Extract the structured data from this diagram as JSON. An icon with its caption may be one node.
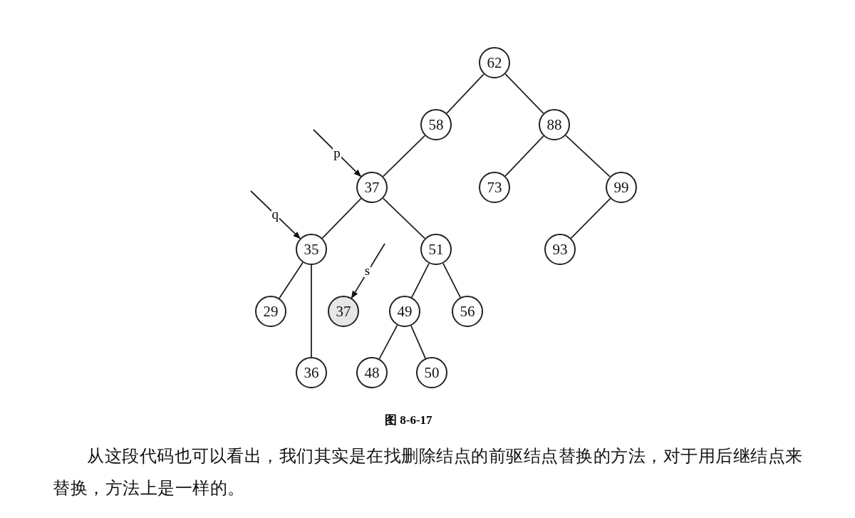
{
  "diagram": {
    "caption": "图 8-6-17",
    "nodes": [
      {
        "text": [
          "62"
        ]
      },
      {
        "text": [
          "58"
        ]
      },
      {
        "text": [
          "88"
        ]
      },
      {
        "text": [
          "37"
        ]
      },
      {
        "text": [
          "73"
        ]
      },
      {
        "text": [
          "99"
        ]
      },
      {
        "text": [
          "35"
        ]
      },
      {
        "text": [
          "51"
        ]
      },
      {
        "text": [
          "93"
        ]
      },
      {
        "text": [
          "29"
        ]
      },
      {
        "text": [
          "37"
        ]
      },
      {
        "text": [
          "49"
        ]
      },
      {
        "text": [
          "56"
        ]
      },
      {
        "text": [
          "36"
        ]
      },
      {
        "text": [
          "48"
        ]
      },
      {
        "text": [
          "50"
        ]
      }
    ],
    "edges": [
      {
        "from": 0,
        "to": 1,
        "arrow": "none"
      },
      {
        "from": 0,
        "to": 2,
        "arrow": "none"
      },
      {
        "from": 1,
        "to": 3,
        "arrow": "none"
      },
      {
        "from": 2,
        "to": 4,
        "arrow": "none"
      },
      {
        "from": 2,
        "to": 5,
        "arrow": "none"
      },
      {
        "from": 3,
        "to": 6,
        "arrow": "none"
      },
      {
        "from": 3,
        "to": 7,
        "arrow": "none"
      },
      {
        "from": 5,
        "to": 8,
        "arrow": "none"
      },
      {
        "from": 6,
        "to": 9,
        "arrow": "none"
      },
      {
        "from": 6,
        "to": 13,
        "arrow": "none"
      },
      {
        "from": 7,
        "to": 11,
        "arrow": "none"
      },
      {
        "from": 7,
        "to": 12,
        "arrow": "none"
      },
      {
        "from": 11,
        "to": 14,
        "arrow": "none"
      },
      {
        "from": 11,
        "to": 15,
        "arrow": "none"
      },
      {
        "from": null,
        "to": 3,
        "arrow": "to",
        "label": "p"
      },
      {
        "from": null,
        "to": 6,
        "arrow": "to",
        "label": "q"
      },
      {
        "from": null,
        "to": 10,
        "arrow": "to",
        "label": "s"
      }
    ],
    "labels": [
      "从这段代码也可以看出，我们其实是在找删除结点的前驱结点替换的方法，对于用后继结点来替换，方法上是一样的。"
    ]
  }
}
